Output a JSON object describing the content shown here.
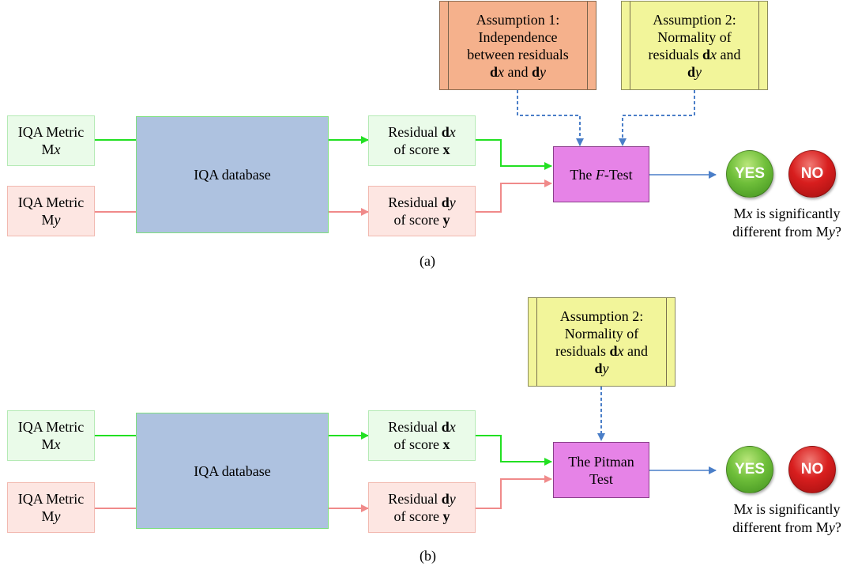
{
  "panel_a": {
    "metric_x": {
      "line1": "IQA Metric",
      "prefix": "M",
      "var": "x"
    },
    "metric_y": {
      "line1": "IQA Metric",
      "prefix": "M",
      "var": "y"
    },
    "database": "IQA database",
    "resid_x": {
      "pre": "Residual ",
      "bold": "d",
      "var": "x",
      "line2_pre": "of score ",
      "line2_bold": "x"
    },
    "resid_y": {
      "pre": "Residual ",
      "bold": "d",
      "var": "y",
      "line2_pre": "of score ",
      "line2_bold": "y"
    },
    "assumption1": {
      "line1": "Assumption 1:",
      "line2": "Independence",
      "line3": "between residuals",
      "b1": "d",
      "v1": "x",
      "and": " and ",
      "b2": "d",
      "v2": "y"
    },
    "assumption2": {
      "line1": "Assumption 2:",
      "line2": "Normality of",
      "line3_pre": "residuals ",
      "b1": "d",
      "v1": "x",
      "and": " and",
      "b2": "d",
      "v2": "y"
    },
    "test": {
      "pre": "The ",
      "ital": "F",
      "post": "-Test"
    },
    "yes": "YES",
    "no": "NO",
    "question": {
      "p1": "M",
      "v1": "x",
      "mid": " is significantly",
      "line2": "different from M",
      "v2": "y",
      "end": "?"
    },
    "label": "(a)"
  },
  "panel_b": {
    "metric_x": {
      "line1": "IQA Metric",
      "prefix": "M",
      "var": "x"
    },
    "metric_y": {
      "line1": "IQA Metric",
      "prefix": "M",
      "var": "y"
    },
    "database": "IQA database",
    "resid_x": {
      "pre": "Residual ",
      "bold": "d",
      "var": "x",
      "line2_pre": "of score ",
      "line2_bold": "x"
    },
    "resid_y": {
      "pre": "Residual ",
      "bold": "d",
      "var": "y",
      "line2_pre": "of score ",
      "line2_bold": "y"
    },
    "assumption2": {
      "line1": "Assumption 2:",
      "line2": "Normality of",
      "line3_pre": "residuals ",
      "b1": "d",
      "v1": "x",
      "and": " and",
      "b2": "d",
      "v2": "y"
    },
    "test": {
      "line1": "The Pitman",
      "line2": "Test"
    },
    "yes": "YES",
    "no": "NO",
    "question": {
      "p1": "M",
      "v1": "x",
      "mid": " is significantly",
      "line2": "different from M",
      "v2": "y",
      "end": "?"
    },
    "label": "(b)"
  },
  "colors": {
    "green_arrow": "#22e022",
    "red_arrow": "#f08a8a",
    "blue_arrow": "#4a7ec8",
    "dashed_arrow": "#4a7ec8"
  }
}
